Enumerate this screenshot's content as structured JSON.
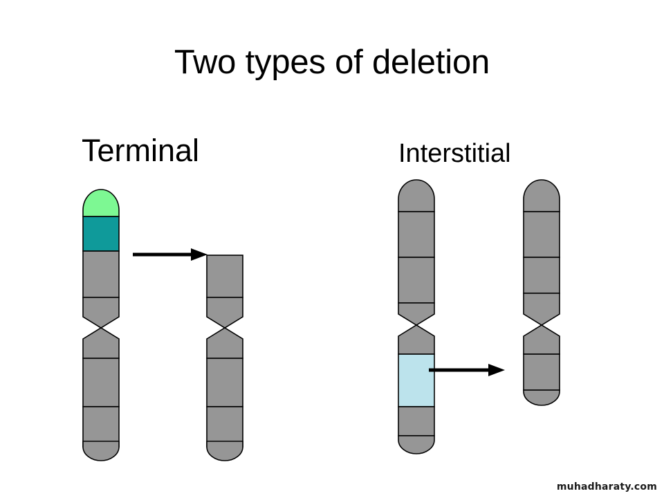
{
  "slide": {
    "title": "Two types of deletion",
    "background_color": "#FFFFFF",
    "watermark": "muhadharaty.com"
  },
  "sections": [
    {
      "id": "terminal",
      "label": "Terminal"
    },
    {
      "id": "interstitial",
      "label": "Interstitial"
    }
  ],
  "colors": {
    "band_gray": "#969696",
    "band_green": "#7DF893",
    "band_teal": "#0F9A9A",
    "band_lightblue": "#BCE3EC",
    "outline": "#000000",
    "arrow": "#000000",
    "text": "#000000"
  },
  "diagram": {
    "type": "chromosome-deletion",
    "arrow_icon": "arrow-right-icon",
    "chromosomes": [
      {
        "id": "terminal-before",
        "role": "before",
        "section": "terminal",
        "top_cap": "round",
        "bottom_cap": "round",
        "bands": [
          {
            "color": "#7DF893",
            "name": "green-telomere-band"
          },
          {
            "color": "#0F9A9A",
            "name": "teal-deleted-band"
          },
          {
            "color": "#969696",
            "name": "gray-band"
          },
          {
            "color": "#969696",
            "name": "gray-band"
          },
          {
            "color": "#969696",
            "name": "gray-band"
          },
          {
            "color": "#969696",
            "name": "gray-band"
          },
          {
            "color": "#969696",
            "name": "gray-band"
          },
          {
            "color": "#969696",
            "name": "gray-band"
          }
        ]
      },
      {
        "id": "terminal-after",
        "role": "after",
        "section": "terminal",
        "top_cap": "flat",
        "bottom_cap": "round",
        "bands": [
          {
            "color": "#969696",
            "name": "gray-band"
          },
          {
            "color": "#969696",
            "name": "gray-band"
          },
          {
            "color": "#969696",
            "name": "gray-band"
          },
          {
            "color": "#969696",
            "name": "gray-band"
          },
          {
            "color": "#969696",
            "name": "gray-band"
          },
          {
            "color": "#969696",
            "name": "gray-band"
          }
        ]
      },
      {
        "id": "interstitial-before",
        "role": "before",
        "section": "interstitial",
        "top_cap": "round",
        "bottom_cap": "round",
        "bands": [
          {
            "color": "#969696",
            "name": "gray-band"
          },
          {
            "color": "#969696",
            "name": "gray-band"
          },
          {
            "color": "#969696",
            "name": "gray-band"
          },
          {
            "color": "#969696",
            "name": "gray-band"
          },
          {
            "color": "#BCE3EC",
            "name": "lightblue-deleted-band"
          },
          {
            "color": "#969696",
            "name": "gray-band"
          },
          {
            "color": "#969696",
            "name": "gray-band"
          }
        ]
      },
      {
        "id": "interstitial-after",
        "role": "after",
        "section": "interstitial",
        "top_cap": "round",
        "bottom_cap": "round",
        "bands": [
          {
            "color": "#969696",
            "name": "gray-band"
          },
          {
            "color": "#969696",
            "name": "gray-band"
          },
          {
            "color": "#969696",
            "name": "gray-band"
          },
          {
            "color": "#969696",
            "name": "gray-band"
          },
          {
            "color": "#969696",
            "name": "gray-band"
          },
          {
            "color": "#969696",
            "name": "gray-band"
          }
        ]
      }
    ],
    "arrows": [
      {
        "id": "terminal-arrow",
        "direction": "right"
      },
      {
        "id": "interstitial-arrow",
        "direction": "right"
      }
    ]
  }
}
